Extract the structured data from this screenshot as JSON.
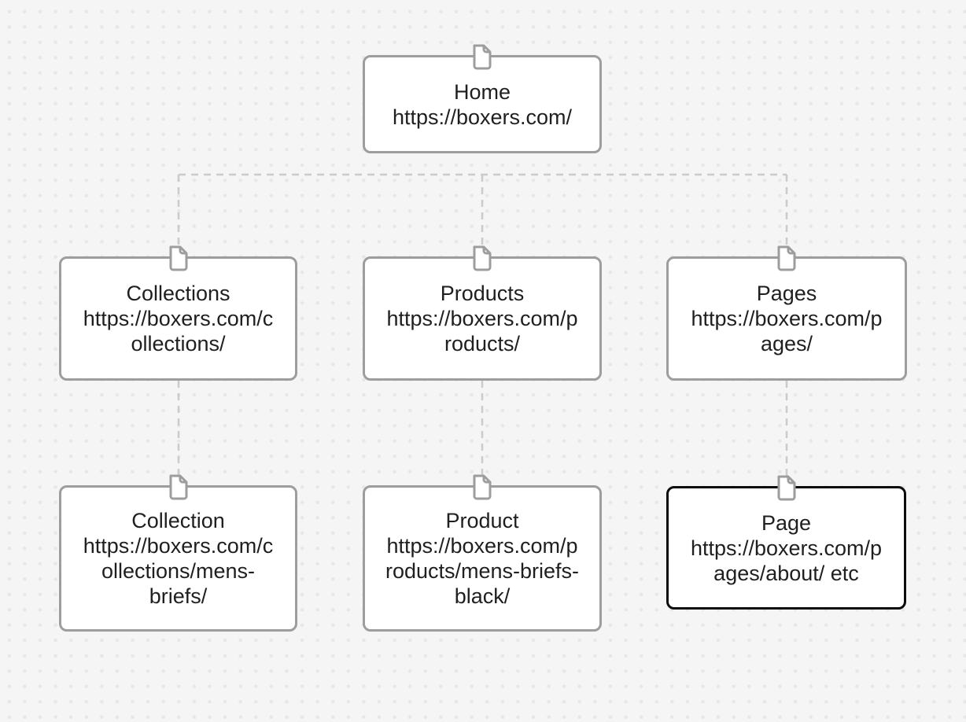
{
  "diagram": {
    "type": "sitemap-tree",
    "colors": {
      "node_border": "#9d9d9d",
      "node_border_emphasis": "#0c0c0c",
      "node_background": "#ffffff",
      "text": "#1f1f1f",
      "connector": "#cbcbcb",
      "icon": "#9d9d9d",
      "page_background": "#f5f5f6",
      "background_dot": "#e7e7e9"
    },
    "nodes": [
      {
        "id": "home",
        "label": "Home",
        "url": "https://boxers.com/",
        "level": 0,
        "emphasis": false,
        "icon": "page-icon"
      },
      {
        "id": "collections",
        "label": "Collections",
        "url": "https://boxers.com/collections/",
        "level": 1,
        "emphasis": false,
        "icon": "page-icon"
      },
      {
        "id": "products",
        "label": "Products",
        "url": "https://boxers.com/products/",
        "level": 1,
        "emphasis": false,
        "icon": "page-icon"
      },
      {
        "id": "pages",
        "label": "Pages",
        "url": "https://boxers.com/pages/",
        "level": 1,
        "emphasis": false,
        "icon": "page-icon"
      },
      {
        "id": "collection",
        "label": "Collection",
        "url": "https://boxers.com/collections/mens-briefs/",
        "level": 2,
        "emphasis": false,
        "icon": "page-icon"
      },
      {
        "id": "product",
        "label": "Product",
        "url": "https://boxers.com/products/mens-briefs-black/",
        "level": 2,
        "emphasis": false,
        "icon": "page-icon"
      },
      {
        "id": "page",
        "label": "Page",
        "url": "https://boxers.com/pages/about/ etc",
        "level": 2,
        "emphasis": true,
        "icon": "page-icon"
      }
    ],
    "edges": [
      {
        "from": "home",
        "to": "collections"
      },
      {
        "from": "home",
        "to": "products"
      },
      {
        "from": "home",
        "to": "pages"
      },
      {
        "from": "collections",
        "to": "collection"
      },
      {
        "from": "products",
        "to": "product"
      },
      {
        "from": "pages",
        "to": "page"
      }
    ]
  }
}
